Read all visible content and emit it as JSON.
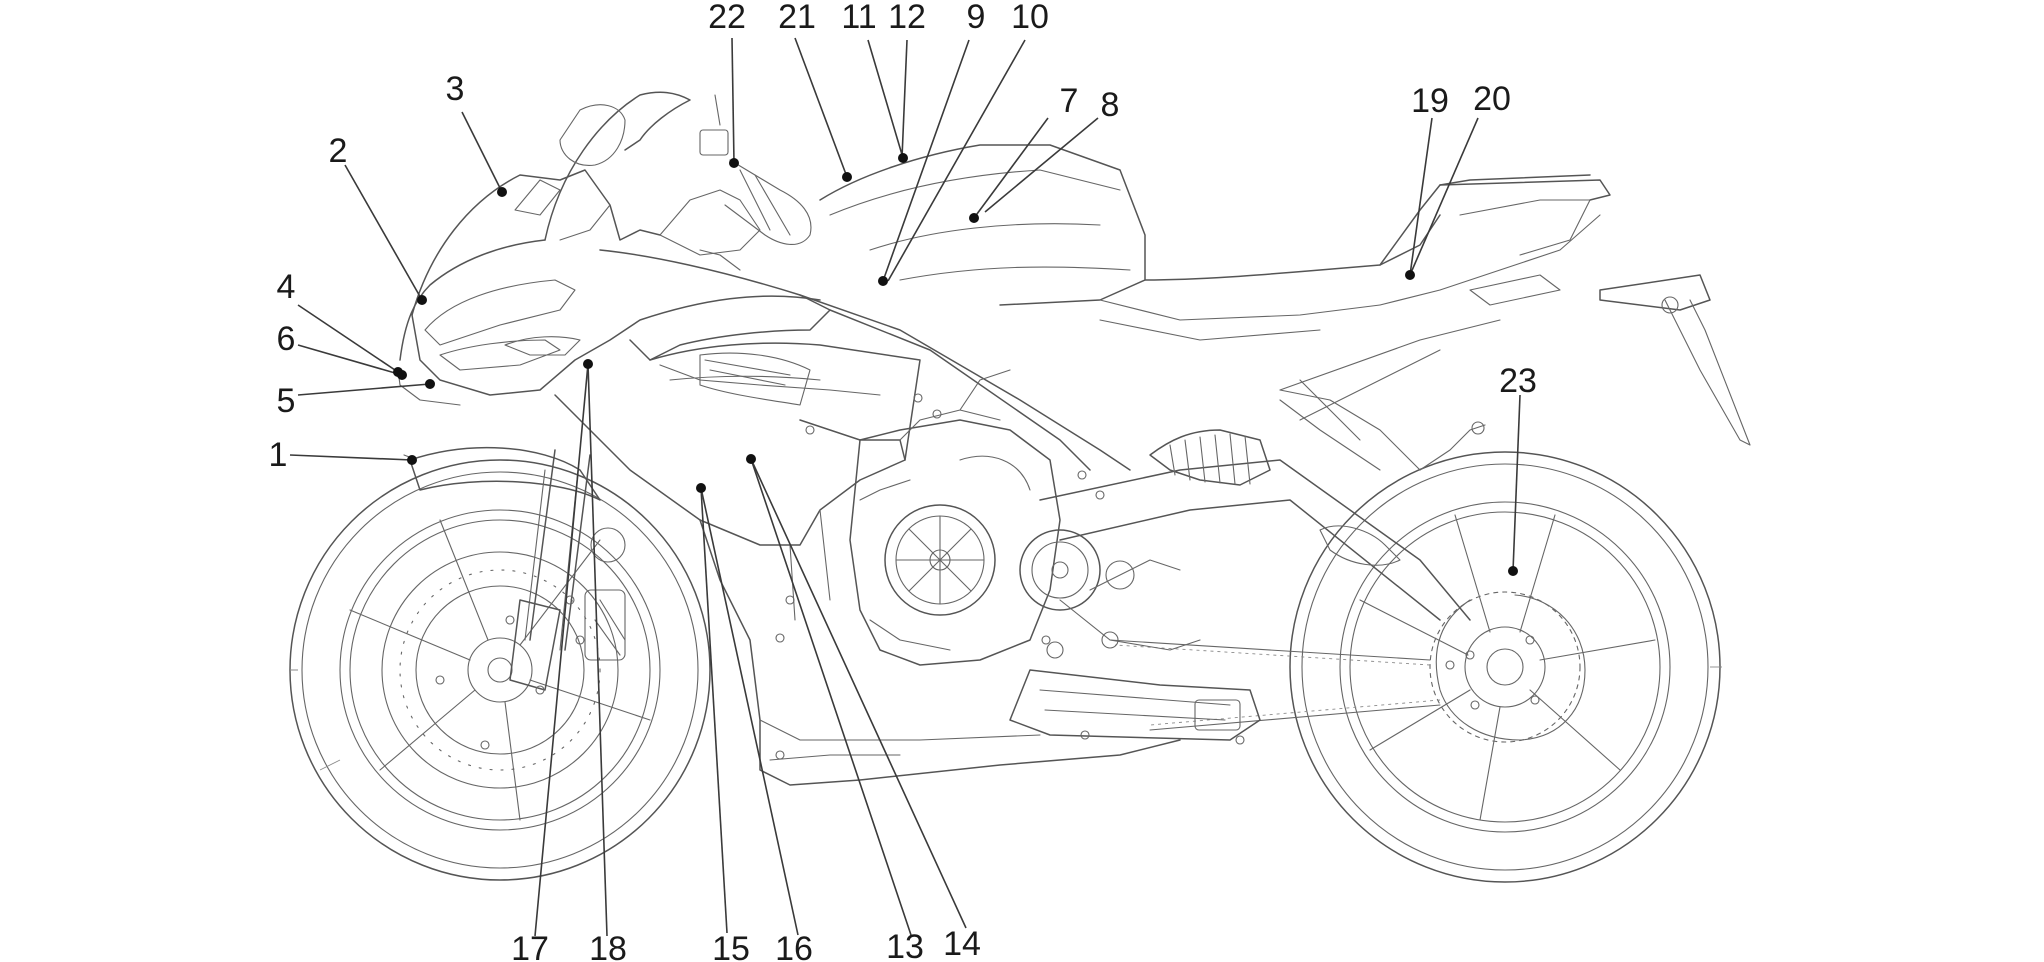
{
  "diagram": {
    "callouts": [
      {
        "id": "1"
      },
      {
        "id": "2"
      },
      {
        "id": "3"
      },
      {
        "id": "4"
      },
      {
        "id": "5"
      },
      {
        "id": "6"
      },
      {
        "id": "7"
      },
      {
        "id": "8"
      },
      {
        "id": "9"
      },
      {
        "id": "10"
      },
      {
        "id": "11"
      },
      {
        "id": "12"
      },
      {
        "id": "13"
      },
      {
        "id": "14"
      },
      {
        "id": "15"
      },
      {
        "id": "16"
      },
      {
        "id": "17"
      },
      {
        "id": "18"
      },
      {
        "id": "19"
      },
      {
        "id": "20"
      },
      {
        "id": "21"
      },
      {
        "id": "22"
      },
      {
        "id": "23"
      }
    ]
  },
  "colors": {
    "line": "#555555",
    "label": "#1a1a1a",
    "background": "#ffffff"
  }
}
